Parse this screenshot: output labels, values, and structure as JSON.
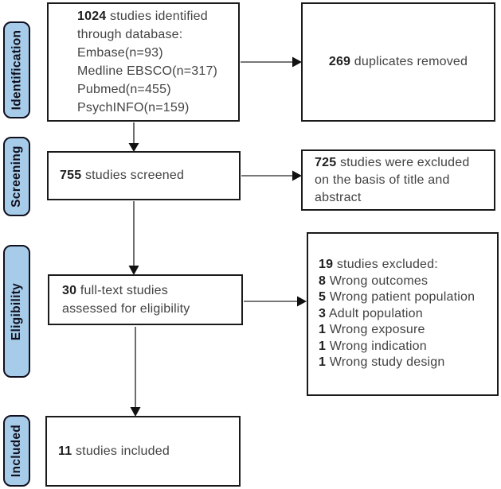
{
  "colors": {
    "page-bg": "#ffffff",
    "stage-fill": "#a7cce9",
    "stage-border": "#10101e",
    "stage-text": "#10101e",
    "box-bg": "#ffffff",
    "box-border": "#1a1a1a",
    "text-strong": "#1f1f1f",
    "text-body": "#424242",
    "arrow-line": "#4a4a4a",
    "arrow-head": "#111111"
  },
  "stages": {
    "identification": "Identification",
    "screening": "Screening",
    "eligibility": "Eligibility",
    "included": "Included"
  },
  "boxes": {
    "identified": {
      "lines": [
        {
          "num": "1024",
          "text": " studies identified"
        },
        {
          "num": "",
          "text": "through database:"
        },
        {
          "num": "",
          "text": "Embase(n=93)"
        },
        {
          "num": "",
          "text": "Medline EBSCO(n=317)"
        },
        {
          "num": "",
          "text": "Pubmed(n=455)"
        },
        {
          "num": "",
          "text": "PsychINFO(n=159)"
        }
      ]
    },
    "duplicates": {
      "lines": [
        {
          "num": "269",
          "text": " duplicates removed"
        }
      ]
    },
    "screened": {
      "lines": [
        {
          "num": "755",
          "text": " studies screened"
        }
      ]
    },
    "title_abstract": {
      "lines": [
        {
          "num": "725",
          "text": " studies were excluded"
        },
        {
          "num": "",
          "text": "on the basis of title and"
        },
        {
          "num": "",
          "text": "abstract"
        }
      ]
    },
    "fulltext": {
      "lines": [
        {
          "num": "30",
          "text": " full-text studies"
        },
        {
          "num": "",
          "text": "assessed for eligibility"
        }
      ]
    },
    "excluded": {
      "lines": [
        {
          "num": "19",
          "text": " studies excluded:"
        },
        {
          "num": "8",
          "text": " Wrong outcomes"
        },
        {
          "num": "5",
          "text": " Wrong patient population"
        },
        {
          "num": "3",
          "text": " Adult population"
        },
        {
          "num": "1",
          "text": " Wrong exposure"
        },
        {
          "num": "1",
          "text": " Wrong indication"
        },
        {
          "num": "1",
          "text": " Wrong study design"
        }
      ]
    },
    "included": {
      "lines": [
        {
          "num": "11",
          "text": " studies included"
        }
      ]
    }
  }
}
